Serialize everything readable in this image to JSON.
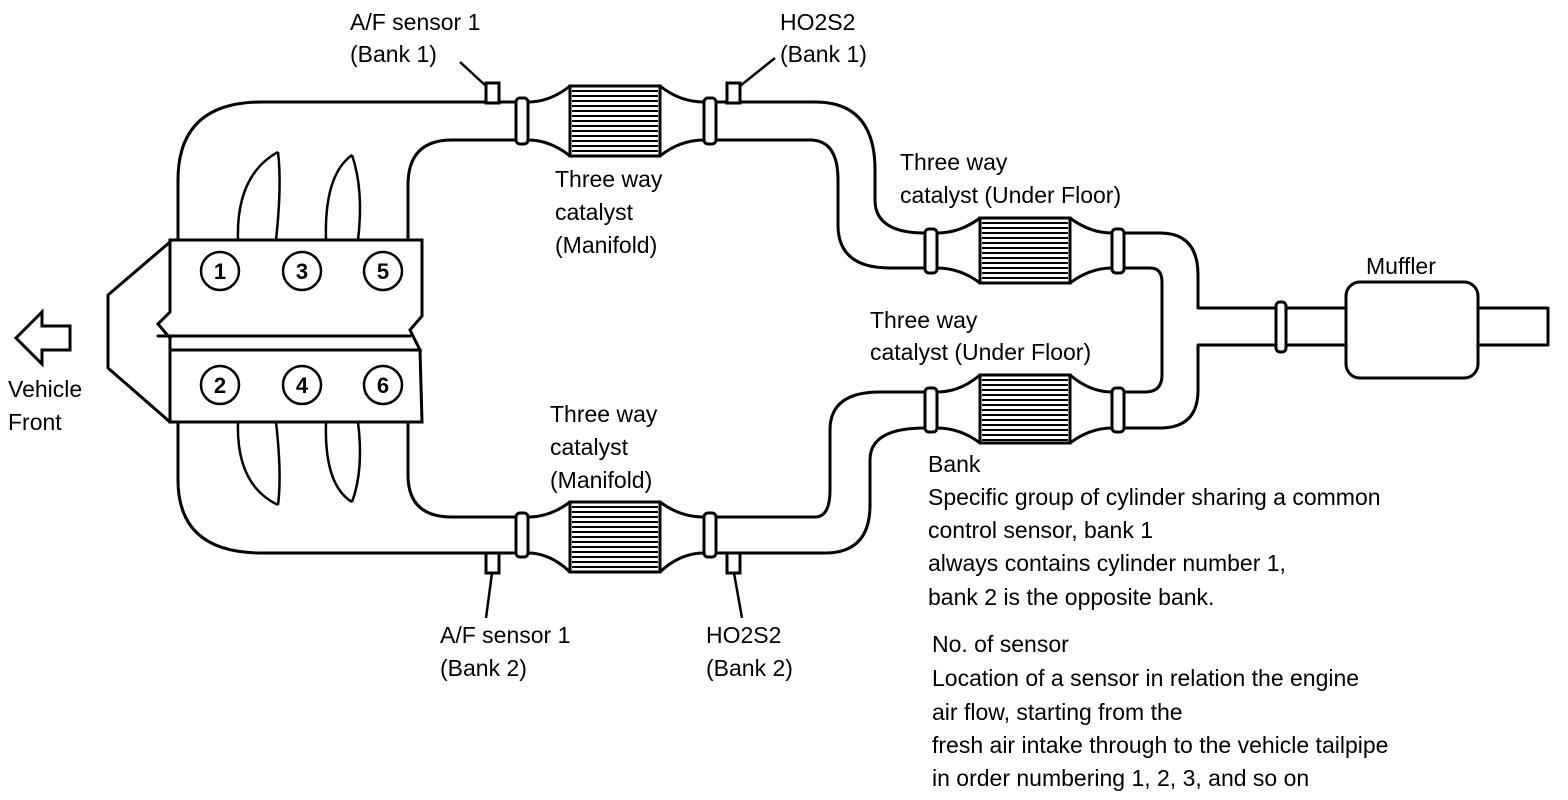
{
  "labels": {
    "af_sensor_bank1": [
      "A/F sensor 1",
      "(Bank 1)"
    ],
    "ho2s2_bank1": [
      "HO2S2",
      "(Bank 1)"
    ],
    "catalyst_manifold_bank1": [
      "Three way",
      "catalyst",
      "(Manifold)"
    ],
    "catalyst_under_floor_top": [
      "Three way",
      "catalyst (Under Floor)"
    ],
    "catalyst_under_floor_bottom": [
      "Three way",
      "catalyst (Under Floor)"
    ],
    "muffler": "Muffler",
    "vehicle_front": [
      "Vehicle",
      "Front"
    ],
    "catalyst_manifold_bank2": [
      "Three way",
      "catalyst",
      "(Manifold)"
    ],
    "af_sensor_bank2": [
      "A/F sensor 1",
      "(Bank 2)"
    ],
    "ho2s2_bank2": [
      "HO2S2",
      "(Bank 2)"
    ]
  },
  "cylinders": {
    "bank1": [
      "1",
      "3",
      "5"
    ],
    "bank2": [
      "2",
      "4",
      "6"
    ]
  },
  "notes": {
    "bank": [
      "Bank",
      "Specific group of cylinder sharing a common",
      "control sensor, bank 1",
      "always contains cylinder number 1,",
      "bank 2 is the opposite bank."
    ],
    "sensor_no": [
      "No. of sensor",
      "Location of a sensor in relation the engine",
      "air flow, starting from the",
      "fresh air intake through to the vehicle tailpipe",
      "in order numbering 1, 2, 3, and so on"
    ]
  }
}
